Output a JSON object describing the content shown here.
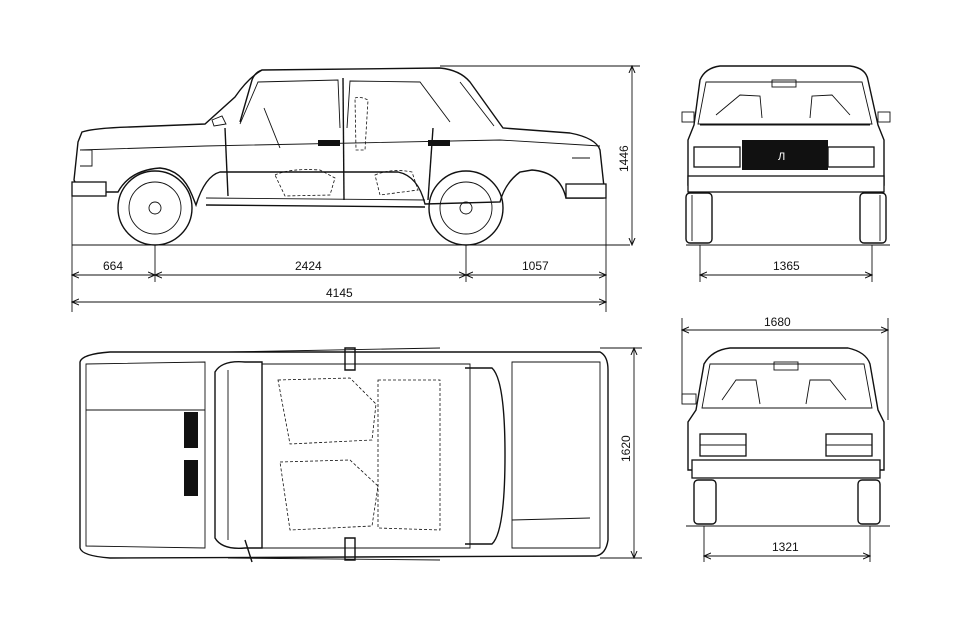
{
  "drawing": {
    "views": [
      "side",
      "front",
      "top",
      "rear"
    ],
    "dimensions": {
      "front_overhang": "664",
      "wheelbase": "2424",
      "rear_overhang": "1057",
      "overall_length": "4145",
      "height": "1446",
      "front_track": "1365",
      "width": "1680",
      "body_width_top": "1620",
      "rear_track": "1321"
    },
    "badge": "Л"
  }
}
